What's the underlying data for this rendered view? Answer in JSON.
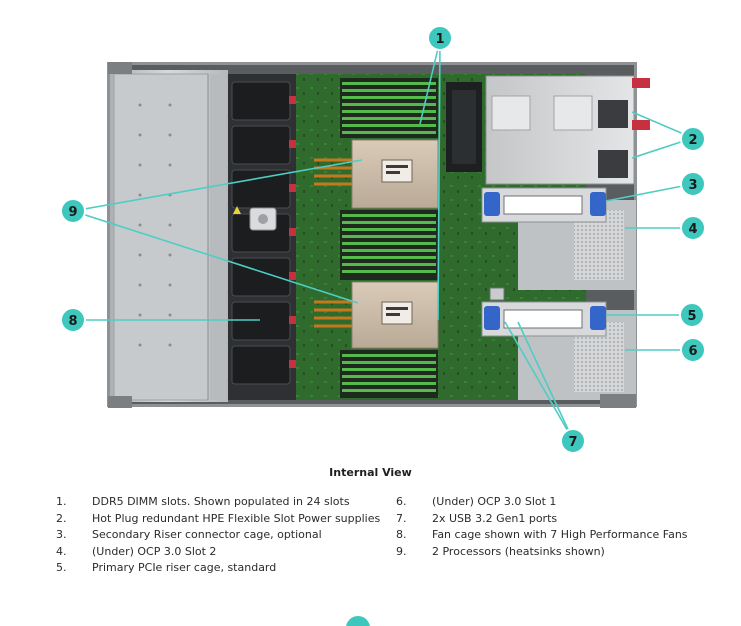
{
  "caption": "Internal View",
  "callouts": [
    "1",
    "2",
    "3",
    "4",
    "5",
    "6",
    "7",
    "8",
    "9"
  ],
  "legend": [
    {
      "num": "1.",
      "text": "DDR5 DIMM slots. Shown populated in 24 slots"
    },
    {
      "num": "2.",
      "text": "Hot Plug redundant HPE Flexible Slot Power supplies"
    },
    {
      "num": "3.",
      "text": "Secondary Riser connector cage, optional"
    },
    {
      "num": "4.",
      "text": "(Under) OCP 3.0 Slot 2"
    },
    {
      "num": "5.",
      "text": "Primary PCIe riser cage, standard"
    },
    {
      "num": "6.",
      "text": "(Under) OCP 3.0 Slot 1"
    },
    {
      "num": "7.",
      "text": "2x USB 3.2 Gen1 ports"
    },
    {
      "num": "8.",
      "text": "Fan cage shown with 7 High Performance Fans"
    },
    {
      "num": "9.",
      "text": "2 Processors (heatsinks shown)"
    }
  ],
  "colors": {
    "callout_fill": "#3dc7bd",
    "callout_stroke": "#ffffff",
    "leader_line": "#4ecdc4",
    "board_green": "#2f6b2c",
    "chassis_gray": "#c9ccce",
    "dimm_green": "#55b94c"
  }
}
